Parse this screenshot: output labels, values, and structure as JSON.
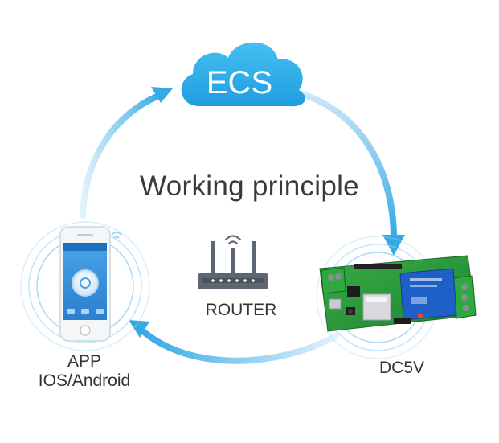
{
  "cloud": {
    "label": "ECS",
    "color": "#33aee8"
  },
  "title": "Working principle",
  "router": {
    "label": "ROUTER",
    "icon": "router-icon",
    "color": "#5d6773"
  },
  "app": {
    "label_line1": "APP",
    "label_line2": "IOS/Android",
    "icon": "smartphone-icon"
  },
  "device": {
    "label": "DC5V",
    "icon": "relay-board-icon",
    "board_color": "#2c9a3c",
    "relay_color": "#1f5fc8"
  },
  "colors": {
    "arrow": "#35a9e6",
    "waves": "#9fd6f3",
    "text": "#333333"
  }
}
